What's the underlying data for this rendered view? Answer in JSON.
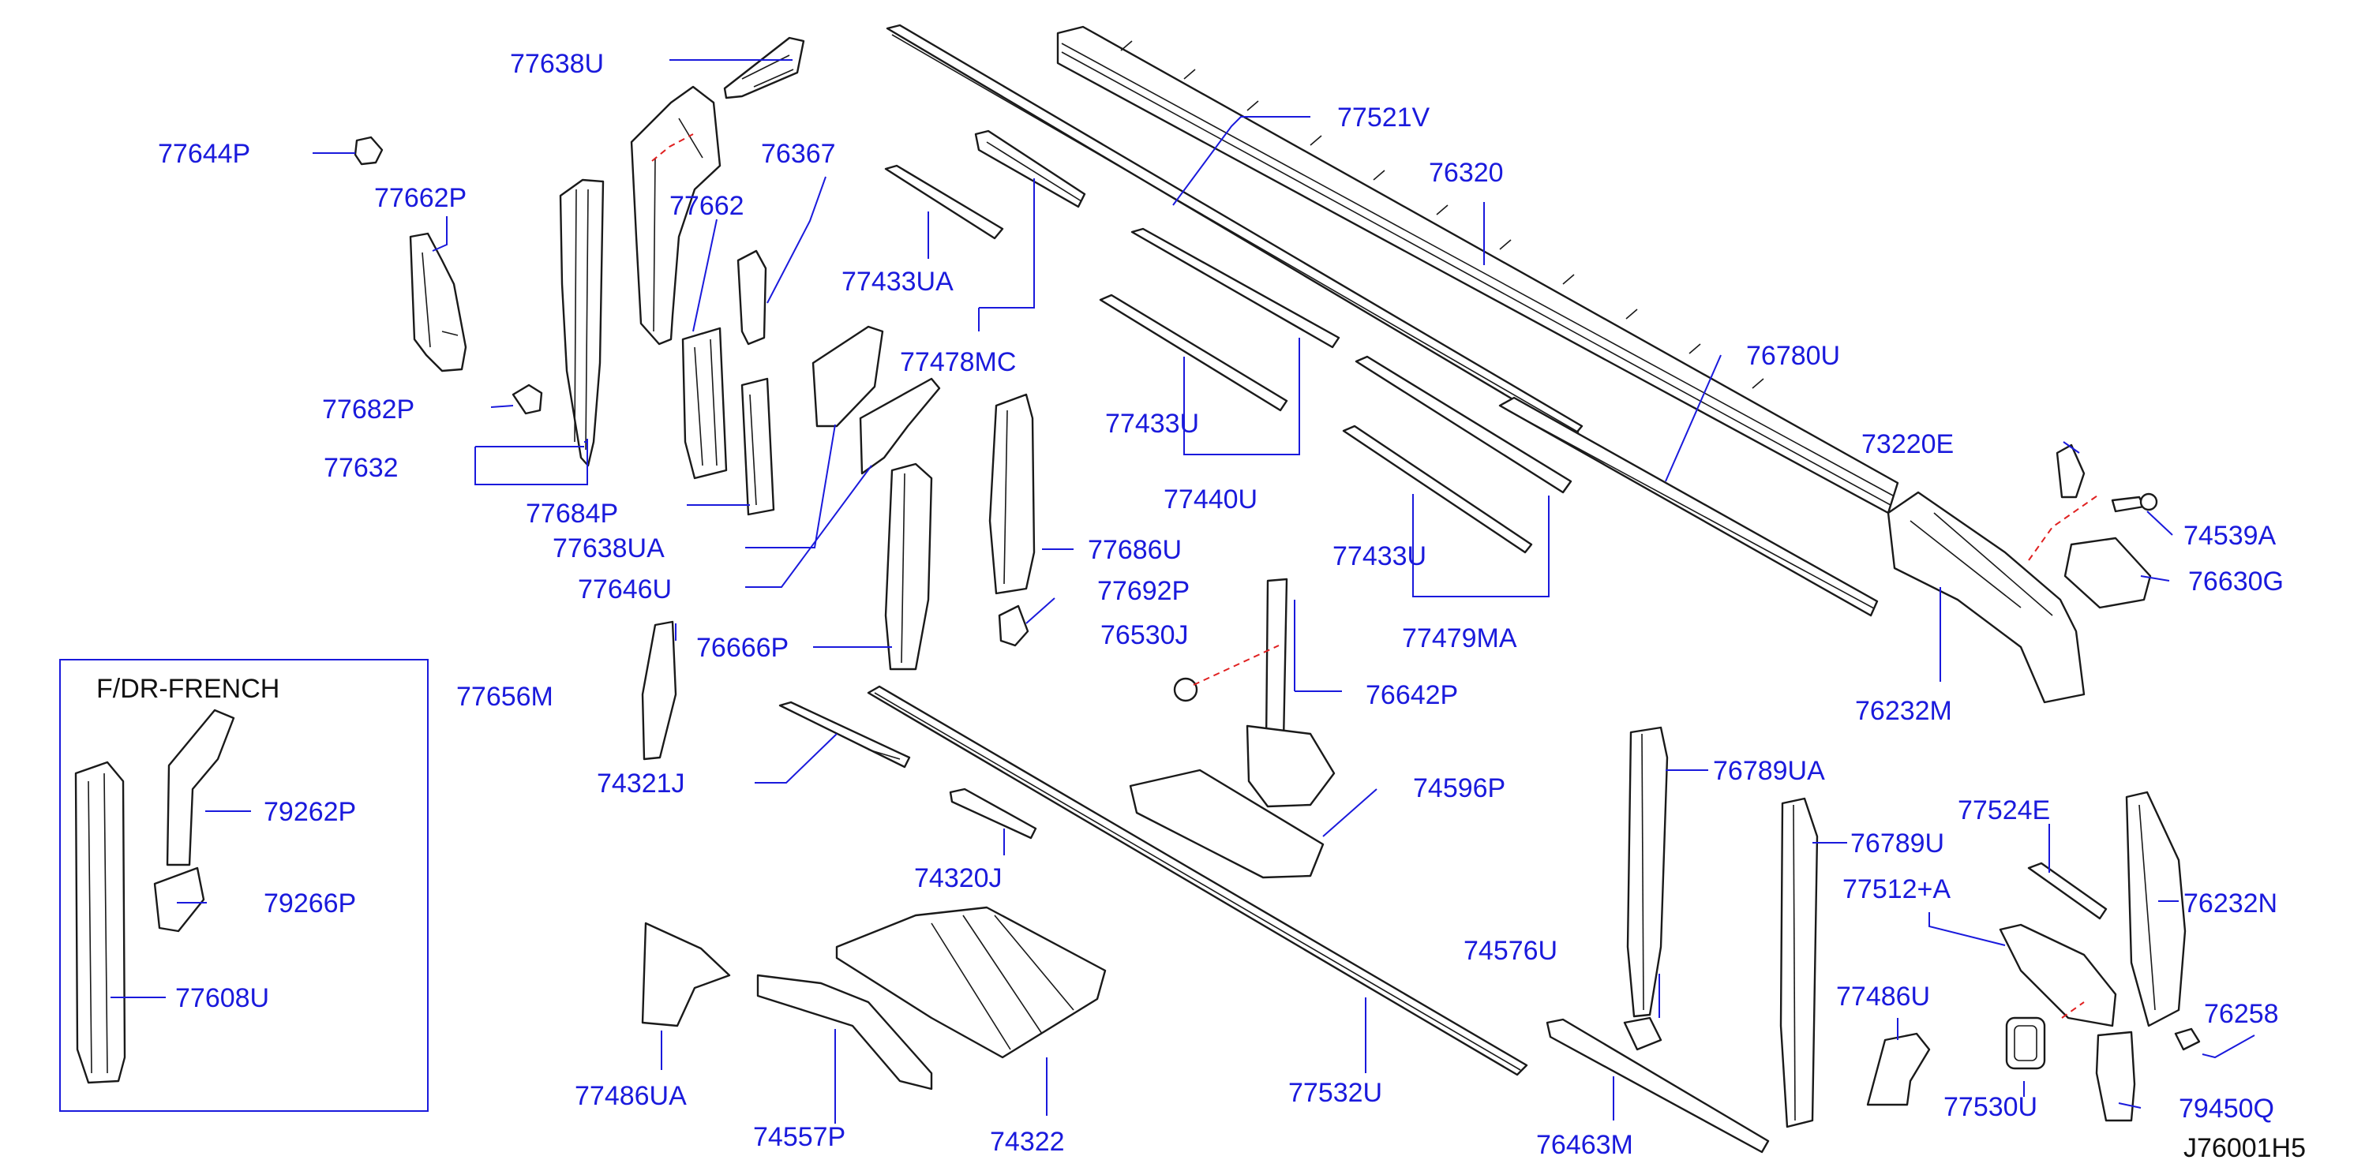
{
  "diagram": {
    "inset_title": "F/DR-FRENCH",
    "figure_code": "J76001H5",
    "labels": [
      {
        "id": "77638U",
        "text": "77638U"
      },
      {
        "id": "77644P",
        "text": "77644P"
      },
      {
        "id": "77662P",
        "text": "77662P"
      },
      {
        "id": "77662",
        "text": "77662"
      },
      {
        "id": "76367",
        "text": "76367"
      },
      {
        "id": "77433UA",
        "text": "77433UA"
      },
      {
        "id": "77478MC",
        "text": "77478MC"
      },
      {
        "id": "77682P",
        "text": "77682P"
      },
      {
        "id": "77632",
        "text": "77632"
      },
      {
        "id": "77684P",
        "text": "77684P"
      },
      {
        "id": "77638UA",
        "text": "77638UA"
      },
      {
        "id": "77646U",
        "text": "77646U"
      },
      {
        "id": "77521V",
        "text": "77521V"
      },
      {
        "id": "76320",
        "text": "76320"
      },
      {
        "id": "77433U_a",
        "text": "77433U"
      },
      {
        "id": "77440U",
        "text": "77440U"
      },
      {
        "id": "77686U",
        "text": "77686U"
      },
      {
        "id": "77692P",
        "text": "77692P"
      },
      {
        "id": "76530J",
        "text": "76530J"
      },
      {
        "id": "76666P",
        "text": "76666P"
      },
      {
        "id": "77656M",
        "text": "77656M"
      },
      {
        "id": "74321J",
        "text": "74321J"
      },
      {
        "id": "77433U_b",
        "text": "77433U"
      },
      {
        "id": "77479MA",
        "text": "77479MA"
      },
      {
        "id": "76642P",
        "text": "76642P"
      },
      {
        "id": "76780U",
        "text": "76780U"
      },
      {
        "id": "73220E",
        "text": "73220E"
      },
      {
        "id": "74539A",
        "text": "74539A"
      },
      {
        "id": "76630G",
        "text": "76630G"
      },
      {
        "id": "76232M",
        "text": "76232M"
      },
      {
        "id": "79262P",
        "text": "79262P"
      },
      {
        "id": "79266P",
        "text": "79266P"
      },
      {
        "id": "77608U",
        "text": "77608U"
      },
      {
        "id": "74596P",
        "text": "74596P"
      },
      {
        "id": "74320J",
        "text": "74320J"
      },
      {
        "id": "76789UA",
        "text": "76789UA"
      },
      {
        "id": "76789U",
        "text": "76789U"
      },
      {
        "id": "77524E",
        "text": "77524E"
      },
      {
        "id": "77512A",
        "text": "77512+A"
      },
      {
        "id": "76232N",
        "text": "76232N"
      },
      {
        "id": "74576U",
        "text": "74576U"
      },
      {
        "id": "77486U",
        "text": "77486U"
      },
      {
        "id": "76258",
        "text": "76258"
      },
      {
        "id": "77486UA",
        "text": "77486UA"
      },
      {
        "id": "74557P",
        "text": "74557P"
      },
      {
        "id": "74322",
        "text": "74322"
      },
      {
        "id": "77532U",
        "text": "77532U"
      },
      {
        "id": "76463M",
        "text": "76463M"
      },
      {
        "id": "77530U",
        "text": "77530U"
      },
      {
        "id": "79450Q",
        "text": "79450Q"
      }
    ]
  }
}
